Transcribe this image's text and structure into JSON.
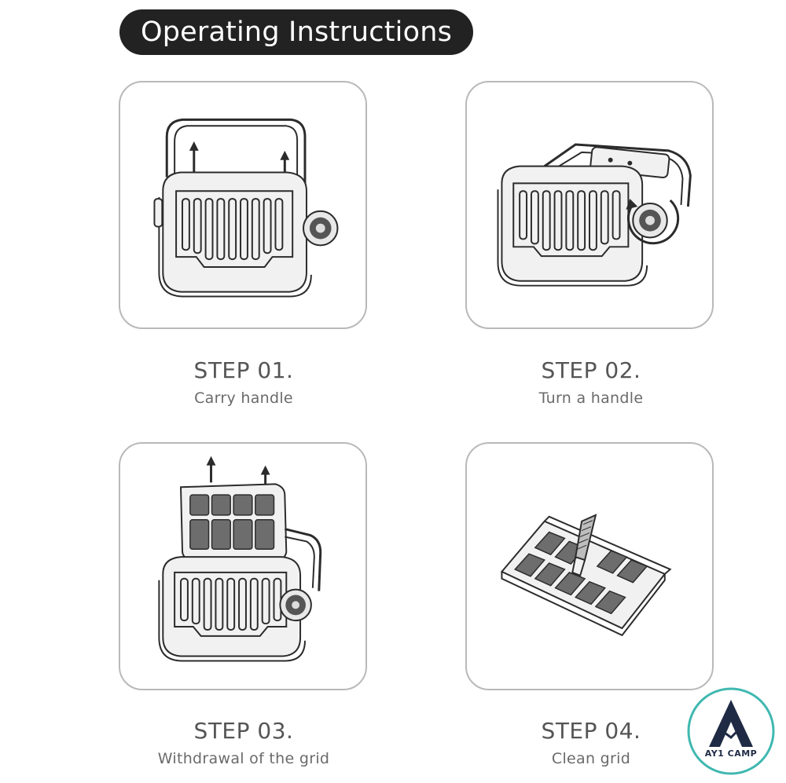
{
  "page": {
    "title": "Operating Instructions"
  },
  "steps": [
    {
      "title": "STEP 01.",
      "description": "Carry handle",
      "illustration": "carry-handle-illustration"
    },
    {
      "title": "STEP 02.",
      "description": "Turn a handle",
      "illustration": "turn-handle-illustration"
    },
    {
      "title": "STEP 03.",
      "description": "Withdrawal of the grid",
      "illustration": "grid-withdrawal-illustration"
    },
    {
      "title": "STEP 04.",
      "description": "Clean grid",
      "illustration": "clean-grid-illustration"
    }
  ],
  "brand": {
    "name": "AY1 CAMP",
    "ring_color": "#3fb8b0",
    "mark_color": "#1f2a44"
  }
}
